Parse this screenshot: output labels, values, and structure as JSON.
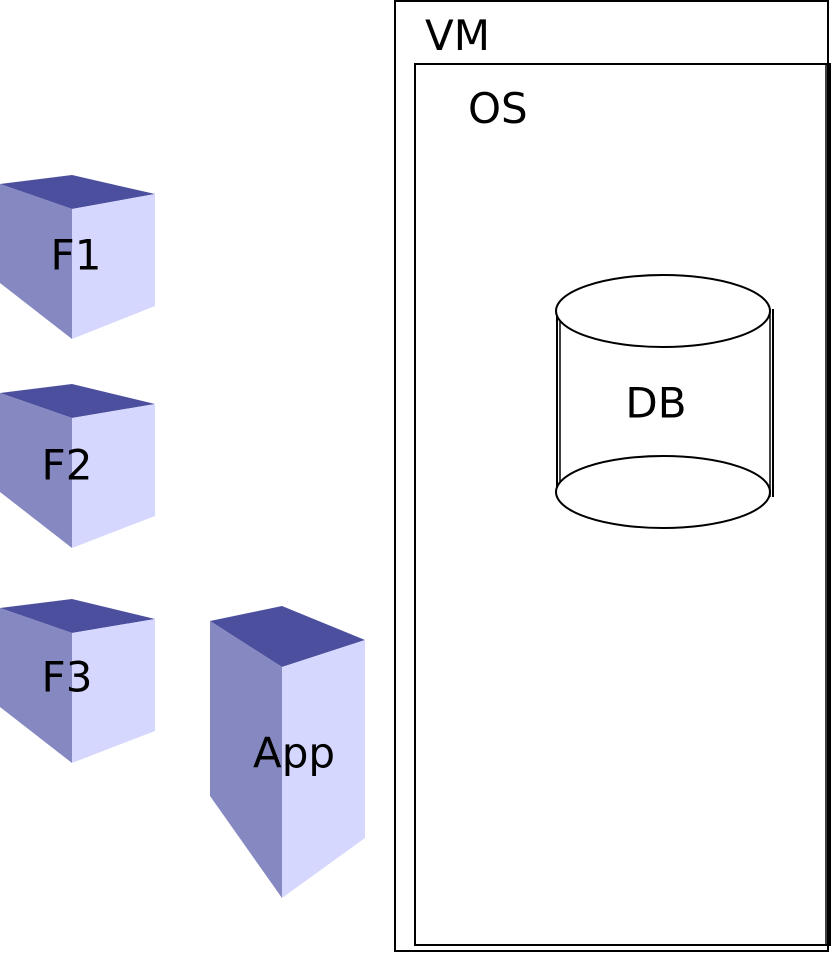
{
  "colors": {
    "cube_top": "#4b4f9e",
    "cube_left": "#8688c1",
    "cube_right": "#d6d7fe",
    "stroke": "#000000",
    "background": "#ffffff"
  },
  "functions": [
    {
      "label": "F1"
    },
    {
      "label": "F2"
    },
    {
      "label": "F3"
    }
  ],
  "app": {
    "label": "App"
  },
  "vm": {
    "label": "VM"
  },
  "os": {
    "label": "OS"
  },
  "db": {
    "label": "DB"
  }
}
